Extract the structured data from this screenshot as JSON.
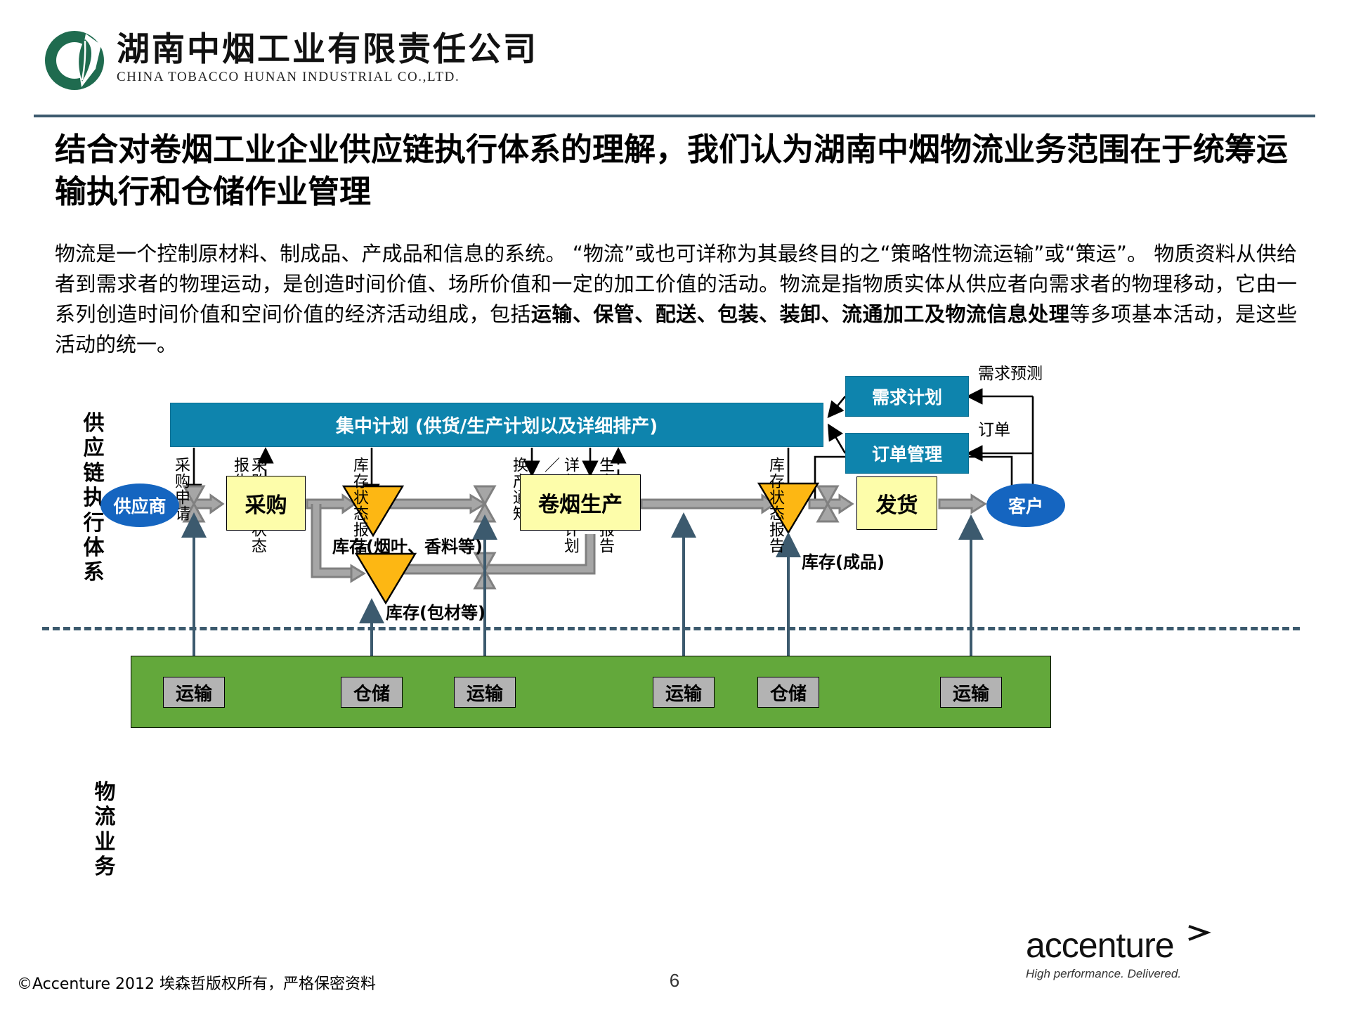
{
  "header": {
    "company_cn": "湖南中烟工业有限责任公司",
    "company_en": "CHINA TOBACCO HUNAN INDUSTRIAL CO.,LTD."
  },
  "title": "结合对卷烟工业企业供应链执行体系的理解，我们认为湖南中烟物流业务范围在于统筹运输执行和仓储作业管理",
  "body_paragraph": {
    "part1": "物流是一个控制原材料、制成品、产成品和信息的系统。 “物流”或也可详称为其最终目的之“策略性物流运输”或“策运”。 物质资料从供给者到需求者的物理运动，是创造时间价值、场所价值和一定的加工价值的活动。物流是指物质实体从供应者向需求者的物理移动，它由一系列创造时间价值和空间价值的经济活动组成，包括",
    "bold1": "运输、保管、配送、包装、装卸、流通加工及物流信息处理",
    "part2": "等多项基本活动，是这些活动的统一。"
  },
  "diagram": {
    "swimlanes": {
      "supply_chain": "供应链执行体系",
      "logistics": "物流业务"
    },
    "central_plan": "集中计划 (供货/生产计划以及详细排产)",
    "planning_boxes": [
      {
        "label": "需求计划",
        "input_label": "需求预测"
      },
      {
        "label": "订单管理",
        "input_label": "订单"
      }
    ],
    "nodes": {
      "supplier": "供应商",
      "purchasing": "采购",
      "production": "卷烟生产",
      "shipping": "发货",
      "customer": "客户"
    },
    "inventories": [
      {
        "caption": "库存(烟叶、香料等)"
      },
      {
        "caption": "库存(包材等)"
      },
      {
        "caption": "库存(成品)"
      }
    ],
    "flow_labels": [
      {
        "text": "采购申请",
        "style": "solid-down"
      },
      {
        "text": "报告",
        "style": "dashed-up"
      },
      {
        "text": "采购订单状态",
        "style": "dashed-up"
      },
      {
        "text": "库存状态报告",
        "style": "solid-down"
      },
      {
        "text": "换产通知",
        "style": "solid-down"
      },
      {
        "text": "／工单",
        "style": "solid-down"
      },
      {
        "text": "详细排产计划",
        "style": "solid-down"
      },
      {
        "text": "生产状态报告",
        "style": "dashed-up"
      },
      {
        "text": "库存状态报告",
        "style": "solid-down"
      }
    ],
    "logistics_boxes": [
      {
        "label": "运输"
      },
      {
        "label": "仓储"
      },
      {
        "label": "运输"
      },
      {
        "label": "运输"
      },
      {
        "label": "仓储"
      },
      {
        "label": "运输"
      }
    ]
  },
  "footer": {
    "copyright": "©Accenture 2012 埃森哲版权所有，严格保密资料",
    "page_number": "6",
    "accenture_word": "accenture",
    "accenture_tagline": "High performance. Delivered."
  },
  "colors": {
    "brand_blue": "#0e84ad",
    "node_blue": "#1565c0",
    "inventory_orange": "#fdb713",
    "box_yellow": "#fdfdaa",
    "logistics_green": "#63a83b",
    "rule_navy": "#3c5a6e",
    "logo_green": "#1f6b4f"
  }
}
